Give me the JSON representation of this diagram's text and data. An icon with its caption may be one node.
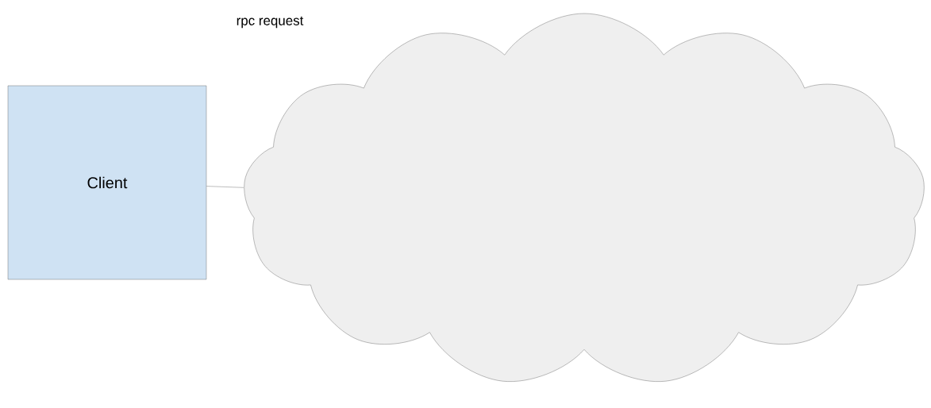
{
  "diagram": {
    "nodes": [
      {
        "text": [
          "Client"
        ]
      },
      {
        "text": [],
        "shape": "cloud"
      }
    ],
    "edges": [
      {
        "from": 0,
        "to": 1,
        "arrow": "none"
      }
    ],
    "labels": [
      "rpc request"
    ]
  }
}
